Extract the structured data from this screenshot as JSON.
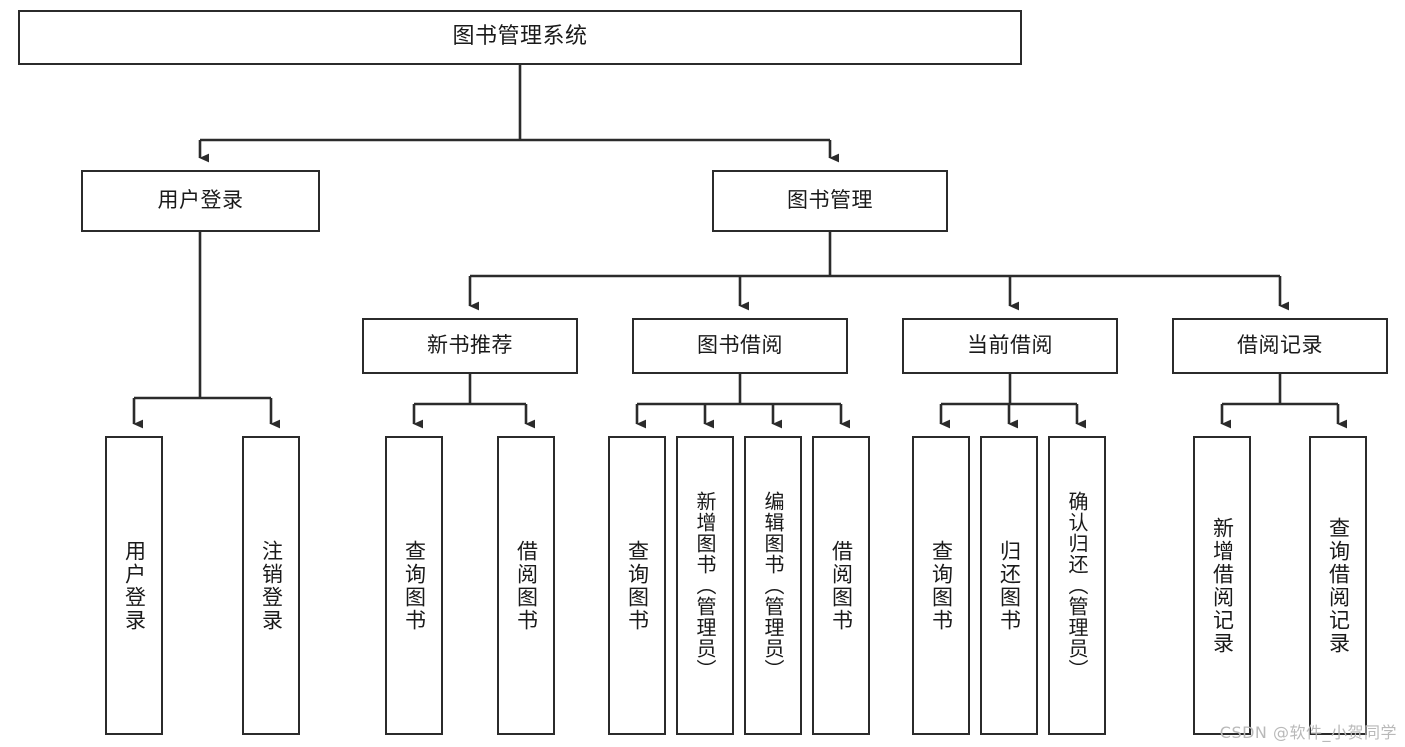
{
  "diagram": {
    "type": "tree-hierarchy",
    "orientation": "top-down",
    "root": {
      "label": "图书管理系统"
    },
    "level2": [
      {
        "label": "用户登录"
      },
      {
        "label": "图书管理"
      }
    ],
    "level3": [
      {
        "label": "新书推荐"
      },
      {
        "label": "图书借阅"
      },
      {
        "label": "当前借阅"
      },
      {
        "label": "借阅记录"
      }
    ],
    "leaves": {
      "user_login": [
        {
          "label": "用户登录"
        },
        {
          "label": "注销登录"
        }
      ],
      "new_book_recommend": [
        {
          "label": "查询图书"
        },
        {
          "label": "借阅图书"
        }
      ],
      "book_borrow": [
        {
          "label": "查询图书"
        },
        {
          "label": "新增图书（管理员）"
        },
        {
          "label": "编辑图书（管理员）"
        },
        {
          "label": "借阅图书"
        }
      ],
      "current_borrow": [
        {
          "label": "查询图书"
        },
        {
          "label": "归还图书"
        },
        {
          "label": "确认归还（管理员）"
        }
      ],
      "borrow_record": [
        {
          "label": "新增借阅记录"
        },
        {
          "label": "查询借阅记录"
        }
      ]
    }
  },
  "watermark": {
    "text": "CSDN @软件_小贺同学"
  },
  "colors": {
    "box_border": "#2b2b2b",
    "box_fill": "#ffffff",
    "text": "#1a1a1a",
    "connector": "#2b2b2b",
    "watermark": "#b9b9b9",
    "background": "#ffffff"
  }
}
